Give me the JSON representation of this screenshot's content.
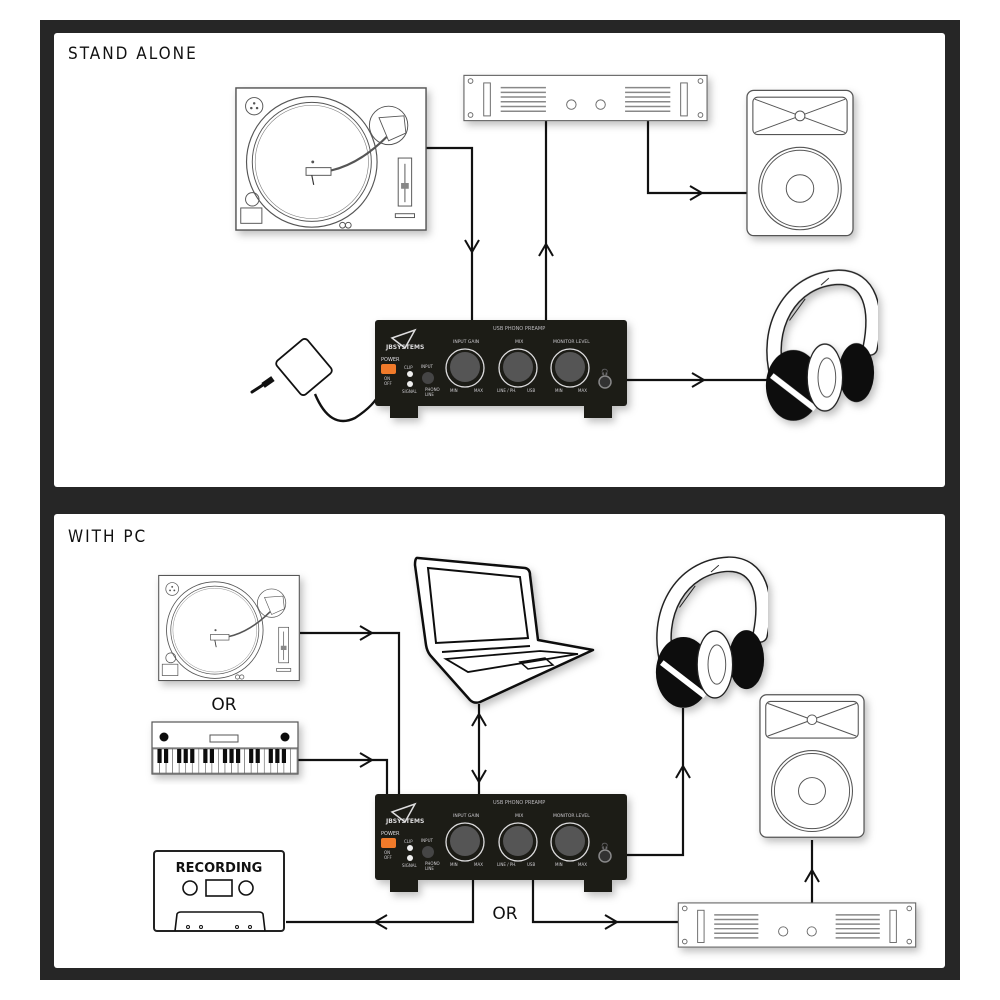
{
  "sections": {
    "stand_alone": {
      "title": "STAND ALONE",
      "devices": [
        "turntable",
        "power-amplifier",
        "speaker",
        "usb-phono-preamp",
        "power-adapter",
        "headphones"
      ]
    },
    "with_pc": {
      "title": "WITH PC",
      "devices": [
        "turntable",
        "keyboard",
        "laptop",
        "usb-phono-preamp",
        "headphones",
        "speaker",
        "power-amplifier",
        "cassette-recorder"
      ],
      "or_labels": [
        "OR",
        "OR"
      ],
      "cassette_label": "RECORDING"
    }
  },
  "preamp": {
    "brand": "JBSYSTEMS",
    "model": "USB PHONO PREAMP",
    "power_label": "POWER",
    "power_on": "ON",
    "power_off": "OFF",
    "clip_label": "CLIP",
    "signal_label": "SIGNAL",
    "input_label": "INPUT",
    "input_phono": "PHONO",
    "input_line": "LINE",
    "knobs": [
      {
        "label": "INPUT GAIN",
        "min": "MIN",
        "max": "MAX"
      },
      {
        "label": "MIX",
        "min": "LINE / PH.",
        "max": "USB"
      },
      {
        "label": "MONITOR LEVEL",
        "min": "MIN",
        "max": "MAX"
      }
    ],
    "colors": {
      "body": "#1c1a19",
      "power_button": "#f07a2a",
      "knob": "#555555"
    }
  },
  "colors": {
    "frame": "#262626",
    "panel": "#ffffff",
    "line": "#111111"
  }
}
